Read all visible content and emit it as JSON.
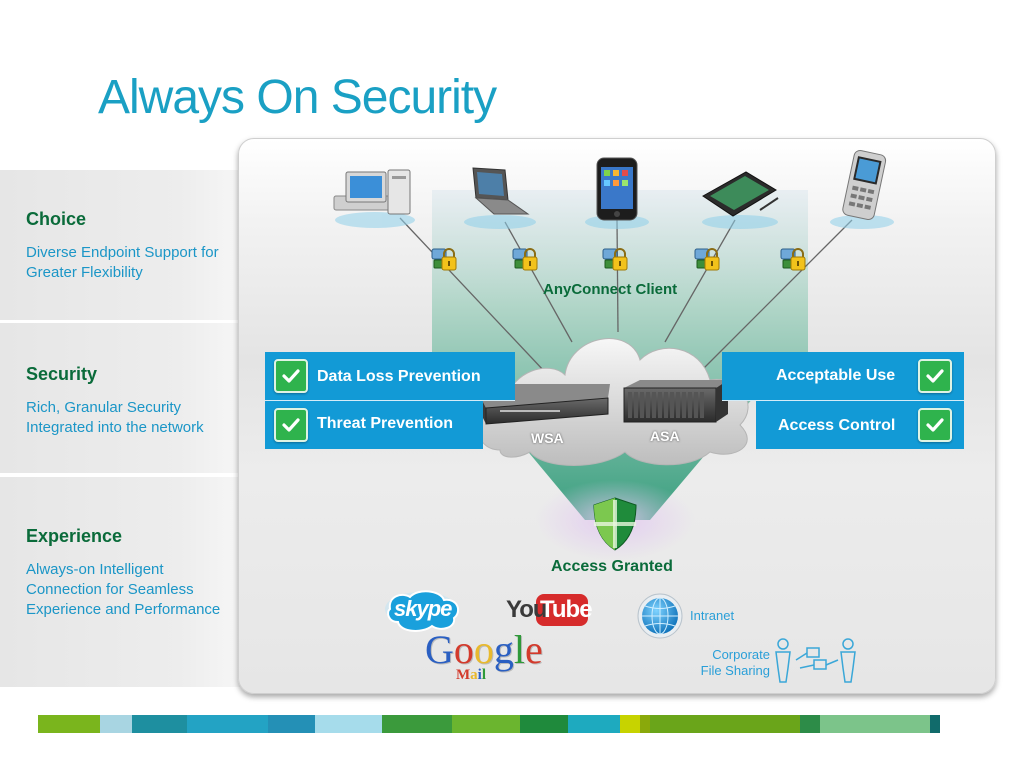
{
  "slide": {
    "title": "Always On Security"
  },
  "sidebar": [
    {
      "title": "Choice",
      "description": "Diverse Endpoint Support for Greater Flexibility"
    },
    {
      "title": "Security",
      "description": "Rich, Granular Security Integrated into the network"
    },
    {
      "title": "Experience",
      "description": "Always-on Intelligent Connection for Seamless Experience and Performance"
    }
  ],
  "diagram": {
    "client_label": "AnyConnect Client",
    "cloud_devices": [
      "WSA",
      "ASA"
    ],
    "left_features": [
      "Data Loss Prevention",
      "Threat Prevention"
    ],
    "right_features": [
      "Acceptable Use",
      "Access Control"
    ],
    "access_label": "Access Granted",
    "services": {
      "skype": "skype",
      "youtube_you": "You",
      "youtube_tube": "Tube",
      "google": "Google",
      "gmail": "Mail",
      "intranet": "Intranet",
      "file_sharing_line1": "Corporate",
      "file_sharing_line2": "File Sharing"
    },
    "endpoints": [
      "desktop-pc",
      "laptop",
      "smartphone",
      "tablet",
      "mobile-phone"
    ]
  },
  "colors": {
    "title": "#1aa0c4",
    "heading_green": "#0a6b3a",
    "desc_blue": "#1b96c7",
    "band_blue": "#129ad6",
    "check_green": "#2fb34d",
    "strip": [
      "#7ab51d",
      "#a8d5e2",
      "#1e8fa0",
      "#23a3c4",
      "#2490b6",
      "#a6dceb",
      "#3b9a3c",
      "#6bb52f",
      "#1f8a3c",
      "#1eaabf",
      "#c7d300",
      "#8aa90b",
      "#6aa51a",
      "#2d8c48",
      "#7cc48a",
      "#116b6b"
    ]
  }
}
